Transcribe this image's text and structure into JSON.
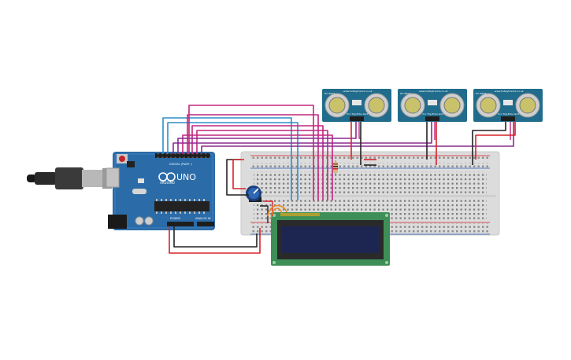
{
  "arduino": {
    "brand": "ARDUINO",
    "model": "UNO",
    "digital_label": "DIGITAL (PWM~)",
    "power_label": "POWER",
    "analog_label": "ANALOG IN"
  },
  "sensors": [
    {
      "model": "HC-SR04",
      "site": "www.hobbytronics.co.uk",
      "label": "Vcc Trig Echo Gnd"
    },
    {
      "model": "HC-SR04",
      "site": "www.hobbytronics.co.uk",
      "label": "Vcc Trig Echo Gnd"
    },
    {
      "model": "HC-SR04",
      "site": "www.hobbytronics.co.uk",
      "label": "Vcc Trig Echo Gnd"
    }
  ],
  "colors": {
    "board": "#2b6ca8",
    "breadboard": "#dcdcdc",
    "lcd_pcb": "#3e8f57",
    "lcd_screen": "#1c2650",
    "sensor_pcb": "#216c8c",
    "wire_red": "#d6232a",
    "wire_black": "#222222",
    "wire_magenta": "#c0267e",
    "wire_purple": "#8a2a8f",
    "wire_blue": "#2c8fc8",
    "wire_orange": "#e8891e"
  }
}
